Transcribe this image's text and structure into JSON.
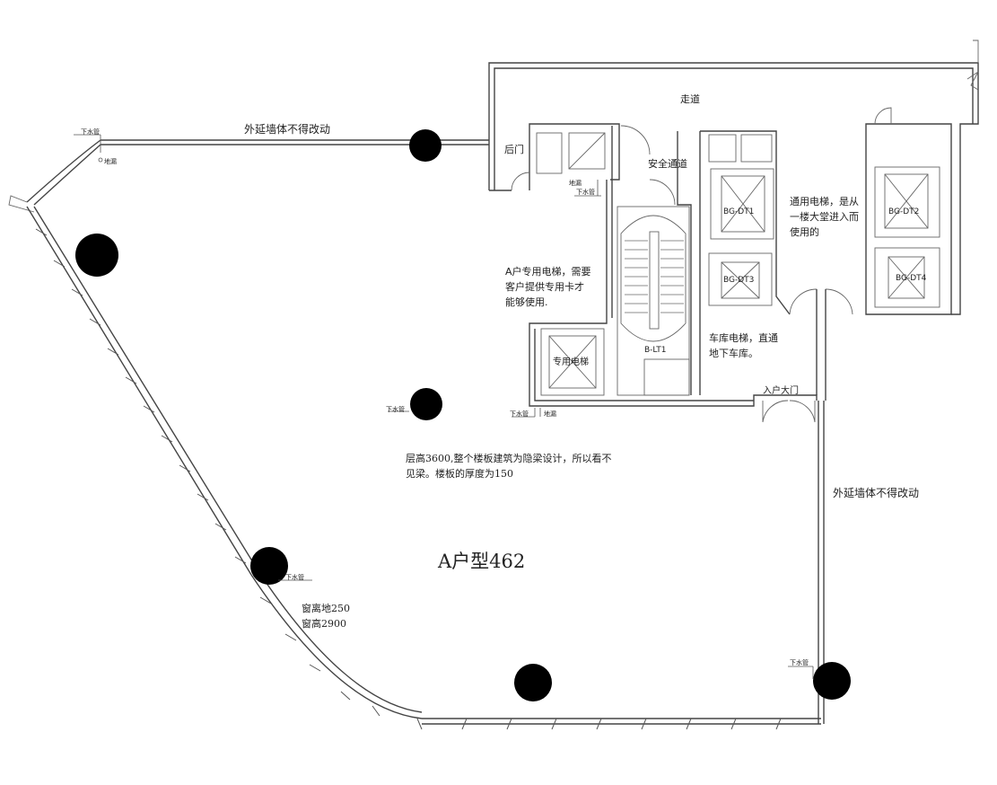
{
  "labels": {
    "corridor": "走道",
    "exterior_wall_top": "外延墙体不得改动",
    "exterior_wall_right": "外延墙体不得改动",
    "back_door": "后门",
    "safe_passage": "安全通道",
    "drain_pipe": "下水管",
    "floor_drain": "地漏",
    "elevator_a_note": [
      "A户专用电梯，需要",
      "客户提供专用卡才",
      "能够使用."
    ],
    "private_elevator": "专用电梯",
    "stair": "B-LT1",
    "lift_bg_dt1": "BG-DT1",
    "lift_bg_dt2": "BG-DT2",
    "lift_bg_dt3": "BG-DT3",
    "lift_bg_dt4": "BG-DT4",
    "general_lift_note": [
      "通用电梯，是从",
      "一楼大堂进入而",
      "使用的"
    ],
    "garage_lift_note": [
      "车库电梯，直通",
      "地下车库。"
    ],
    "entrance_door": "入户大门",
    "floor_note": [
      "层高3600,整个楼板建筑为隐梁设计，所以看不",
      "见梁。楼板的厚度为150"
    ],
    "unit_title": "A户型462",
    "window_note": [
      "窗离地250",
      "窗高2900"
    ]
  },
  "colors": {
    "line": "#444444",
    "column": "#000000",
    "text": "#222222"
  }
}
